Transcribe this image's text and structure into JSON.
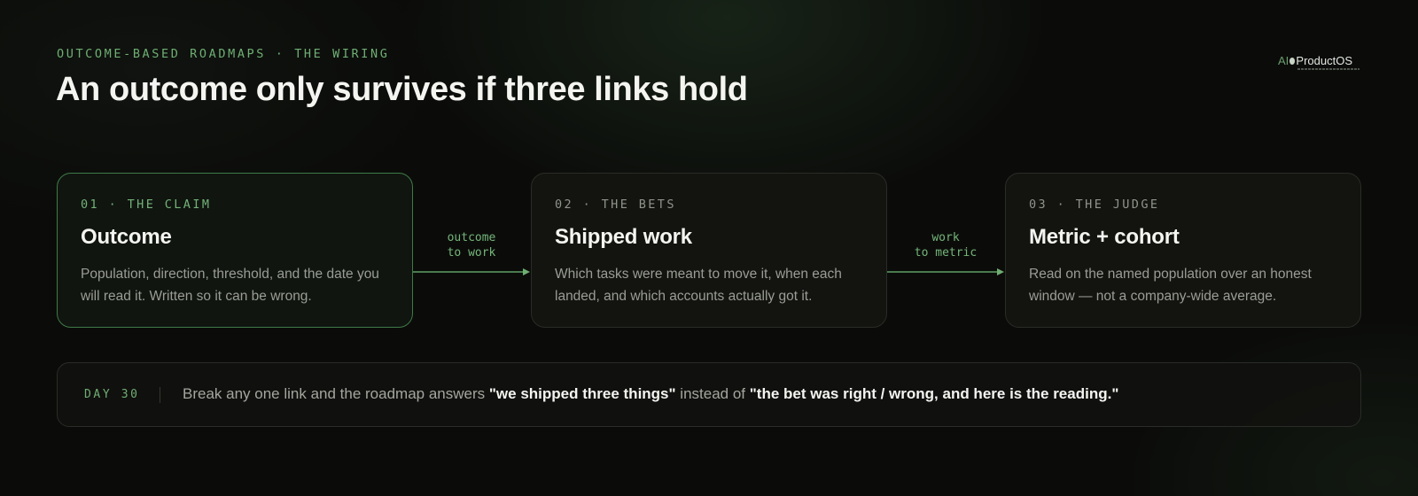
{
  "header": {
    "eyebrow": "OUTCOME-BASED ROADMAPS · THE WIRING",
    "title": "An outcome only survives if three links hold"
  },
  "logo": {
    "prefix": "AI",
    "name": "ProductOS",
    "icon": "ai-productos-logo"
  },
  "cards": [
    {
      "label": "01 · THE CLAIM",
      "title": "Outcome",
      "body": "Population, direction, threshold, and the date you will read it. Written so it can be wrong.",
      "active": true
    },
    {
      "label": "02 · THE BETS",
      "title": "Shipped work",
      "body": "Which tasks were meant to move it, when each landed, and which accounts actually got it.",
      "active": false
    },
    {
      "label": "03 · THE JUDGE",
      "title": "Metric + cohort",
      "body": "Read on the named population over an honest window — not a company-wide average.",
      "active": false
    }
  ],
  "connectors": [
    {
      "line1": "outcome",
      "line2": "to work",
      "icon": "arrow-right-icon"
    },
    {
      "line1": "work",
      "line2": "to metric",
      "icon": "arrow-right-icon"
    }
  ],
  "note": {
    "day": "DAY 30",
    "text_before": "Break any one link and the roadmap answers ",
    "quote1": "\"we shipped three things\"",
    "text_middle": " instead of ",
    "quote2": "\"the bet was right / wrong, and here is the reading.\""
  },
  "colors": {
    "accent": "#6fae73",
    "background": "#0b0c0a",
    "active_border": "#3f7a46"
  }
}
